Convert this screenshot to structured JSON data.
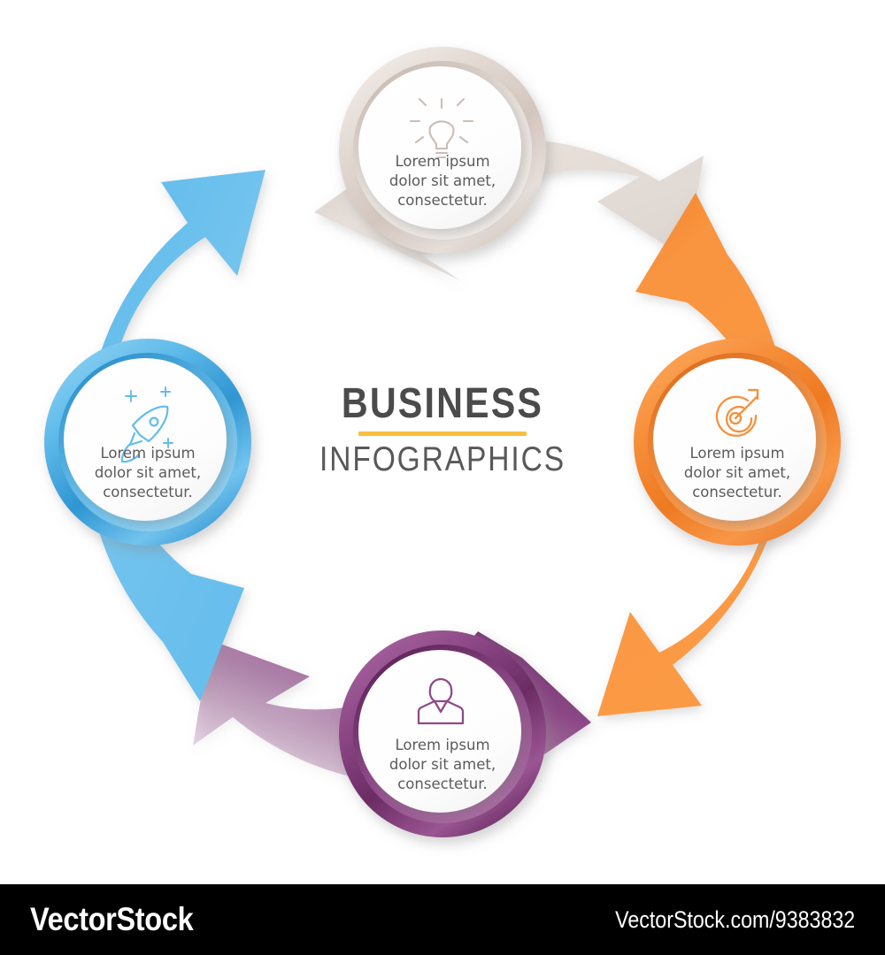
{
  "title": {
    "line1": "BUSINESS",
    "line2": "INFOGRAPHICS",
    "rule_color": "#F9BE3F",
    "text_color": "#4b4b4b"
  },
  "nodes": [
    {
      "id": "top",
      "icon": "lightbulb-icon",
      "color": "#E3DAD4",
      "color_dark": "#C9BDB5",
      "color_light": "#F3EEEB",
      "icon_color": "#CBBDB6",
      "text": "Lorem ipsum\ndolor sit amet,\nconsectetur."
    },
    {
      "id": "right",
      "icon": "target-icon",
      "color": "#F7903C",
      "color_dark": "#E2762A",
      "color_light": "#FBAE68",
      "icon_color": "#F7903C",
      "text": "Lorem ipsum\ndolor sit amet,\nconsectetur."
    },
    {
      "id": "bottom",
      "icon": "person-icon",
      "color": "#8F4A89",
      "color_dark": "#6E2F68",
      "color_light": "#A4619C",
      "icon_color": "#8F4A89",
      "text": "Lorem ipsum\ndolor sit amet,\nconsectetur."
    },
    {
      "id": "left",
      "icon": "rocket-icon",
      "color": "#62BCEB",
      "color_dark": "#3C9FD6",
      "color_light": "#8FD2F3",
      "icon_color": "#62BCEB",
      "text": "Lorem ipsum\ndolor sit amet,\nconsectetur."
    }
  ],
  "arrows": [
    {
      "id": "arrow-beige",
      "color": "#E3DAD4",
      "from": "top",
      "to": "right",
      "direction": "clockwise"
    },
    {
      "id": "arrow-orange",
      "color": "#F7903C",
      "from": "right",
      "to": "bottom",
      "direction": "clockwise"
    },
    {
      "id": "arrow-purple",
      "color": "#8F4A89",
      "from": "bottom",
      "to": "left",
      "direction": "clockwise"
    },
    {
      "id": "arrow-blue",
      "color": "#62BCEB",
      "from": "left",
      "to": "top",
      "direction": "clockwise"
    }
  ],
  "footer": {
    "brand": "VectorStock",
    "url": "VectorStock.com/9383832",
    "background": "#000000"
  }
}
